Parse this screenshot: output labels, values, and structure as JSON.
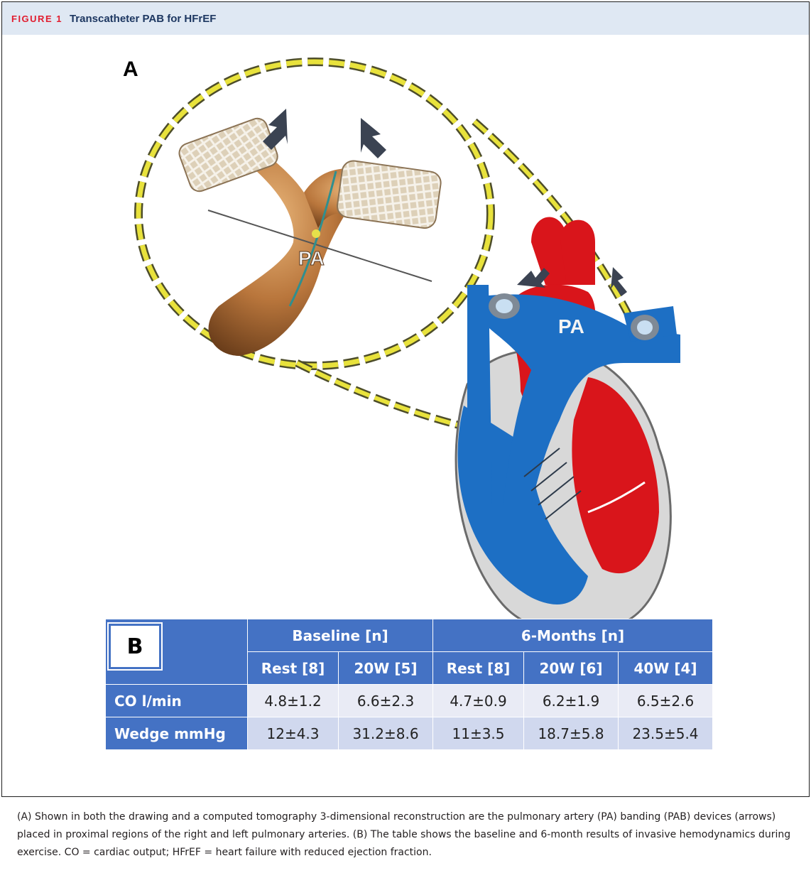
{
  "figure": {
    "label": "FIGURE 1",
    "title": "Transcatheter PAB for HFrEF"
  },
  "panel_a": {
    "letter": "A",
    "pa_label_ct": "PA",
    "pa_label_drawing": "PA"
  },
  "panel_b": {
    "letter": "B",
    "group_headers": [
      "Baseline [n]",
      "6-Months [n]"
    ],
    "sub_headers": [
      "Rest [8]",
      "20W [5]",
      "Rest [8]",
      "20W [6]",
      "40W [4]"
    ],
    "rows": [
      {
        "label": "CO l/min",
        "values": [
          "4.8±1.2",
          "6.6±2.3",
          "4.7±0.9",
          "6.2±1.9",
          "6.5±2.6"
        ]
      },
      {
        "label": "Wedge mmHg",
        "values": [
          "12±4.3",
          "31.2±8.6",
          "11±3.5",
          "18.7±5.8",
          "23.5±5.4"
        ]
      }
    ]
  },
  "caption": "(A) Shown in both the drawing and a computed tomography 3-dimensional reconstruction are the pulmonary artery (PA) banding (PAB) devices (arrows) placed in proximal regions of the right and left pulmonary arteries. (B) The table shows the baseline and 6-month results of invasive hemodynamics during exercise. CO = cardiac output; HFrEF = heart failure with reduced ejection fraction.",
  "colors": {
    "header_bg": "#dfe8f3",
    "label_red": "#e11d2f",
    "title_navy": "#1d3761",
    "table_blue": "#4472c4",
    "heart_red": "#d9151b",
    "heart_blue": "#1d6fc4",
    "dash_yellow": "#e8e23c"
  }
}
